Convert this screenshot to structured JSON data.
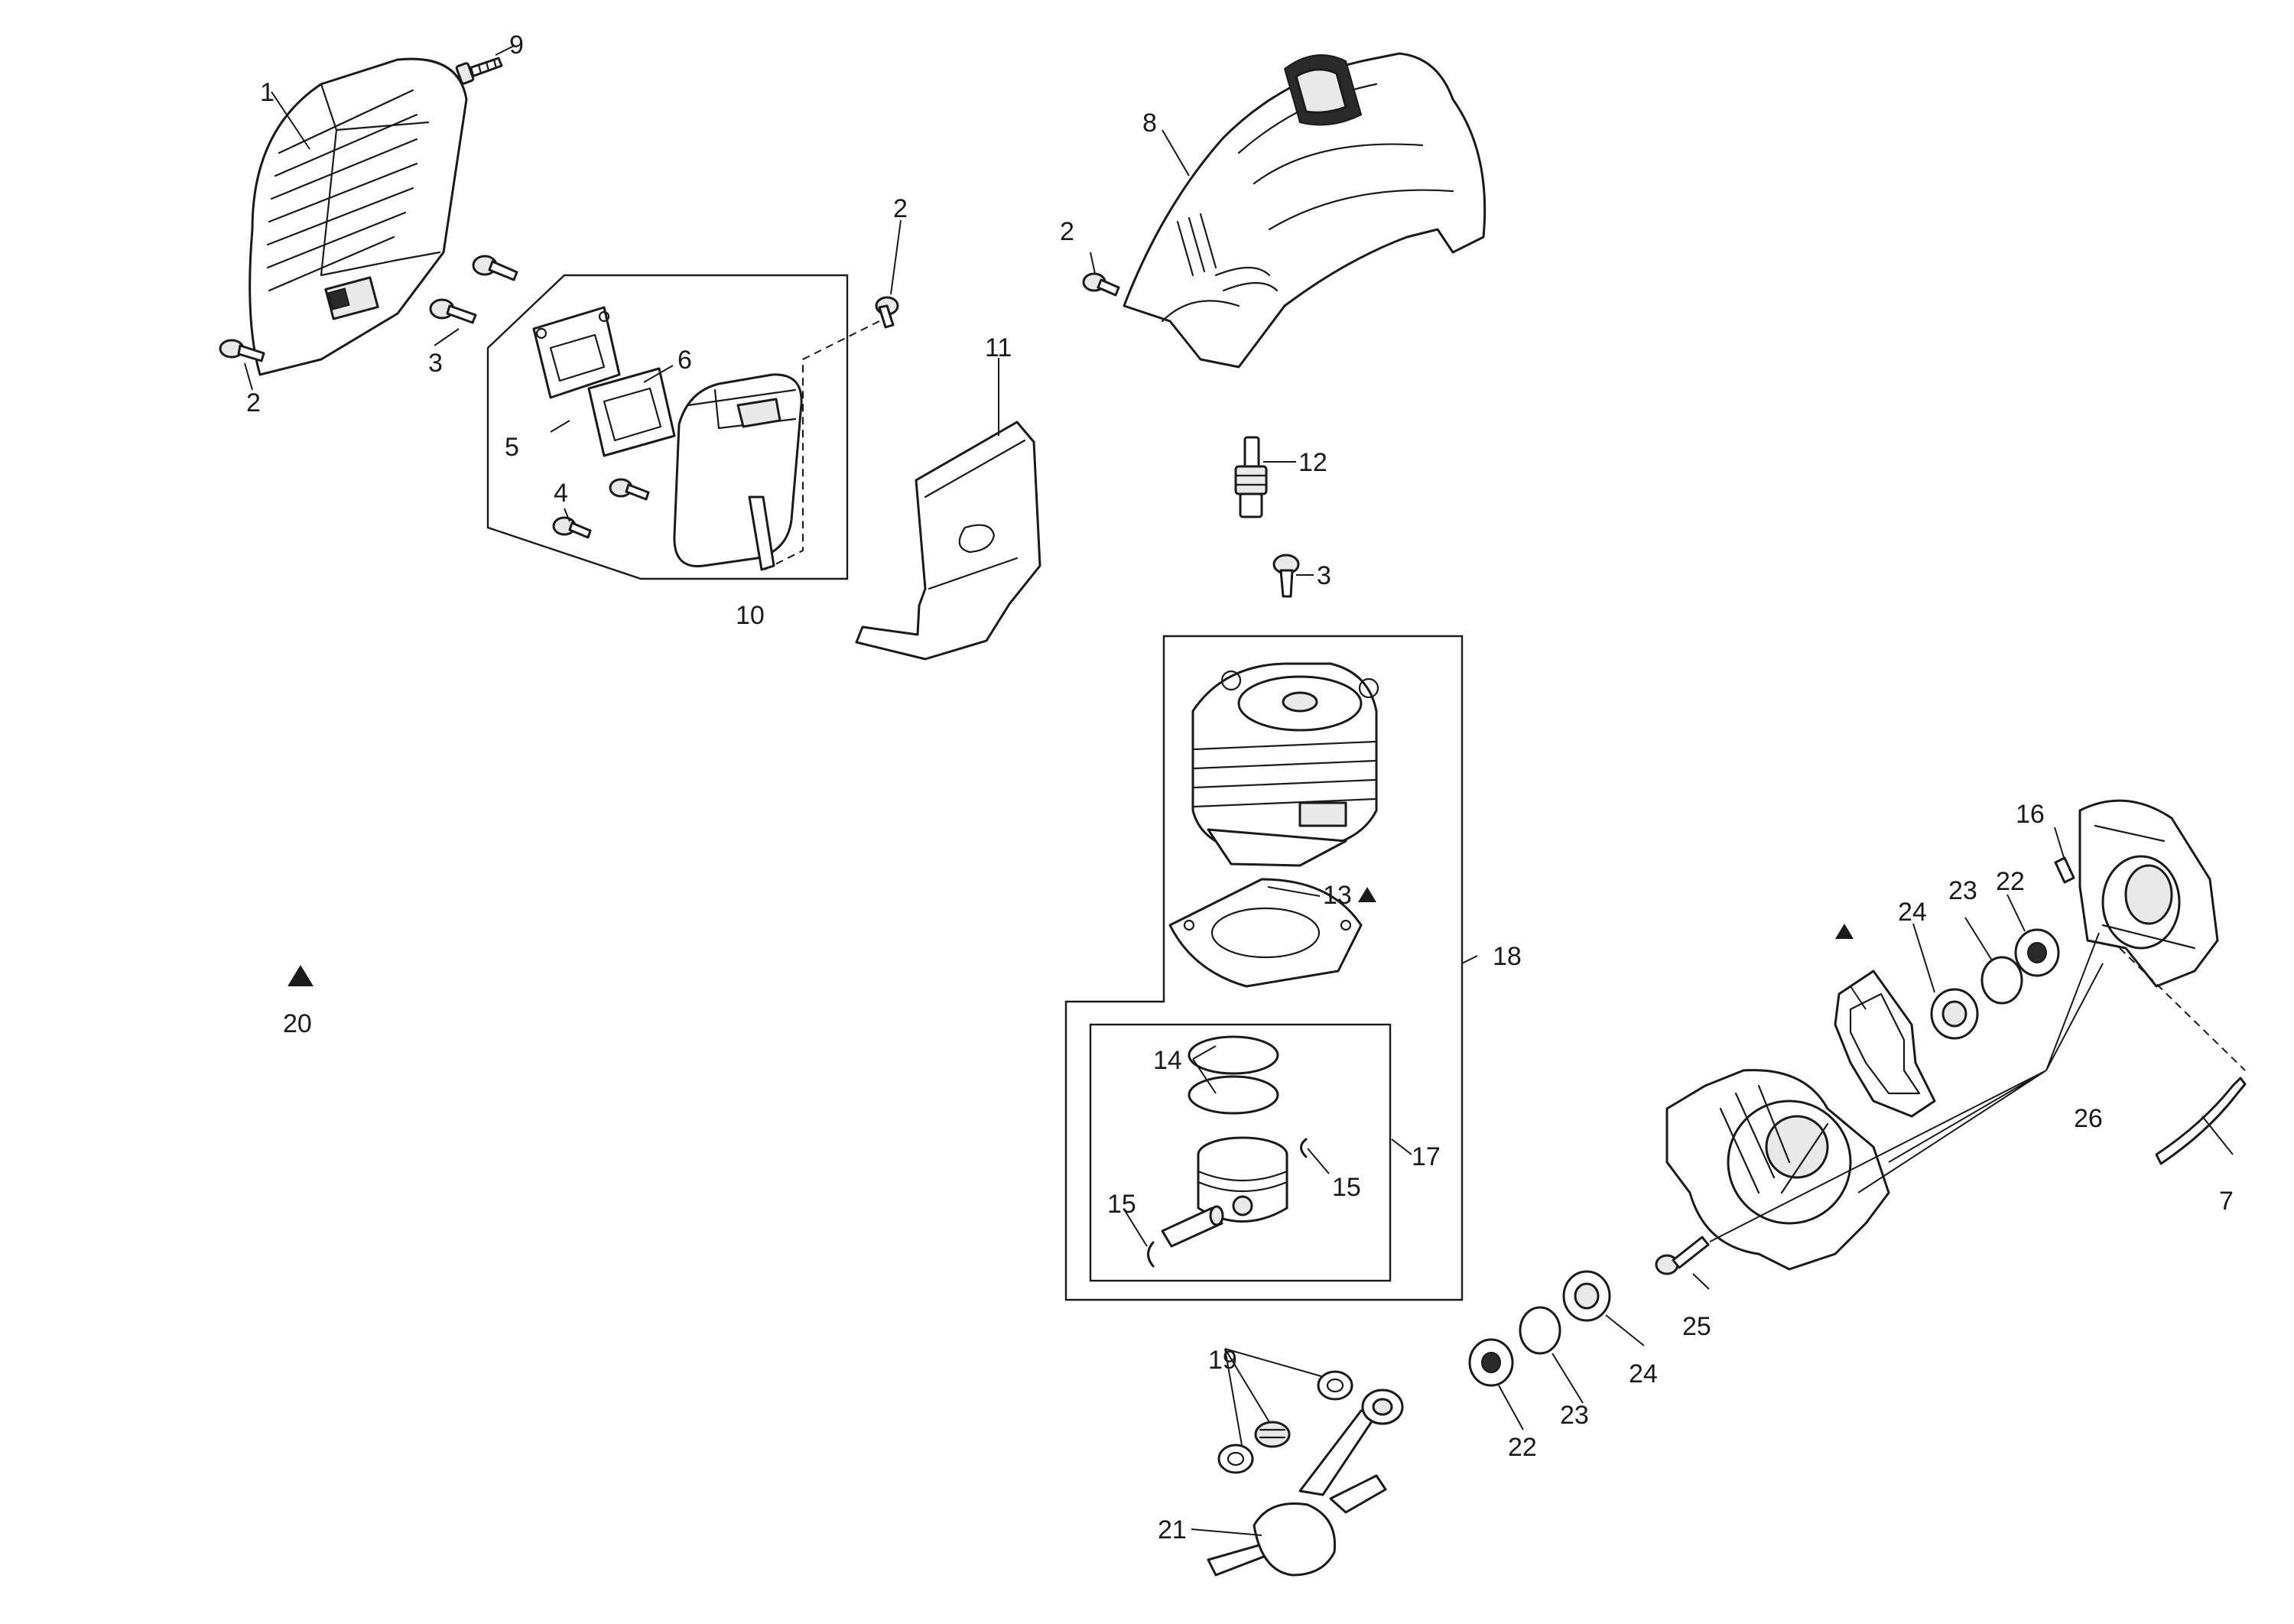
{
  "callouts": {
    "c1": "1",
    "c2_screw_left": "2",
    "c2_muffler": "2",
    "c2_top_cover": "2",
    "c3_left": "3",
    "c3_center": "3",
    "c4": "4",
    "c5": "5",
    "c6": "6",
    "c7": "7",
    "c8": "8",
    "c9": "9",
    "c10": "10",
    "c11": "11",
    "c12": "12",
    "c13": "13",
    "c14": "14",
    "c15_left": "15",
    "c15_right": "15",
    "c16": "16",
    "c17": "17",
    "c18": "18",
    "c19": "19",
    "c20": "20",
    "c21": "21",
    "c22_top": "22",
    "c22_bottom": "22",
    "c23_top": "23",
    "c23_bottom": "23",
    "c24_top": "24",
    "c24_bottom": "24",
    "c25": "25",
    "c26": "26"
  },
  "marks": {
    "kit_symbol": "triangle",
    "color": "#1a1a1a"
  }
}
